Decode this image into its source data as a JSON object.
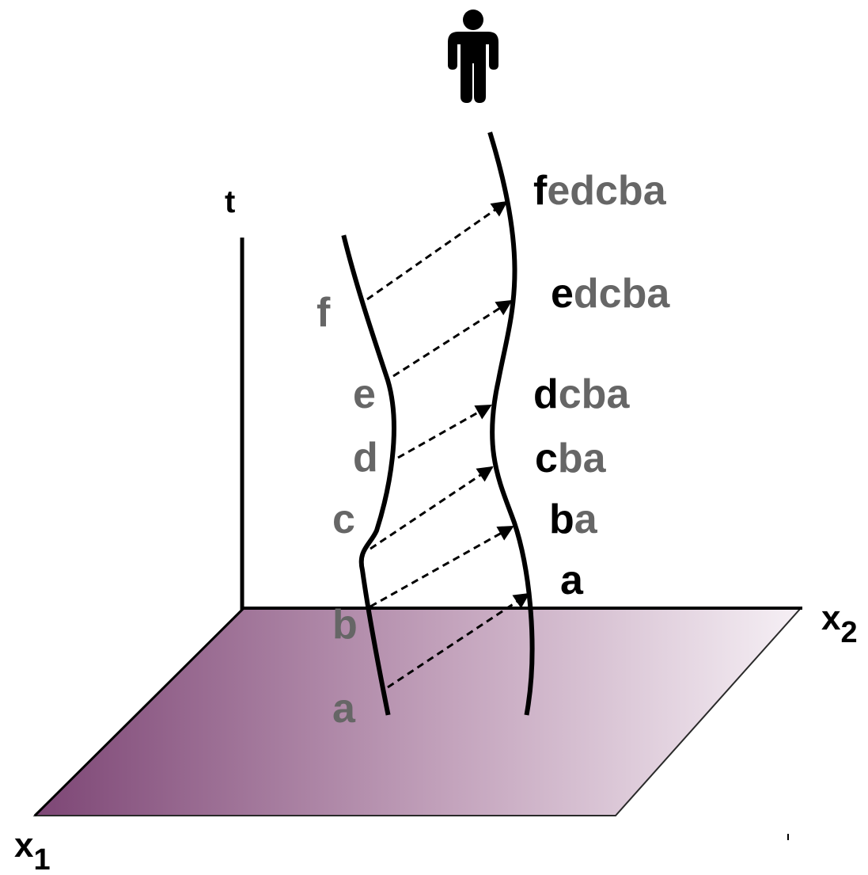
{
  "axes": {
    "t": "t",
    "x1": "x",
    "x1_sub": "1",
    "x2": "x",
    "x2_sub": "2"
  },
  "colors": {
    "ink": "#000000",
    "gray": "#666666",
    "plane_dark": "#7d4675",
    "plane_light": "#f6f0f5"
  },
  "icons": {
    "observer": "person-icon"
  },
  "sender_events": [
    "a",
    "b",
    "c",
    "d",
    "e",
    "f"
  ],
  "receiver_labels": [
    {
      "new": "a",
      "old": ""
    },
    {
      "new": "b",
      "old": "a"
    },
    {
      "new": "c",
      "old": "ba"
    },
    {
      "new": "d",
      "old": "cba"
    },
    {
      "new": "e",
      "old": "dcba"
    },
    {
      "new": "f",
      "old": "edcba"
    }
  ]
}
